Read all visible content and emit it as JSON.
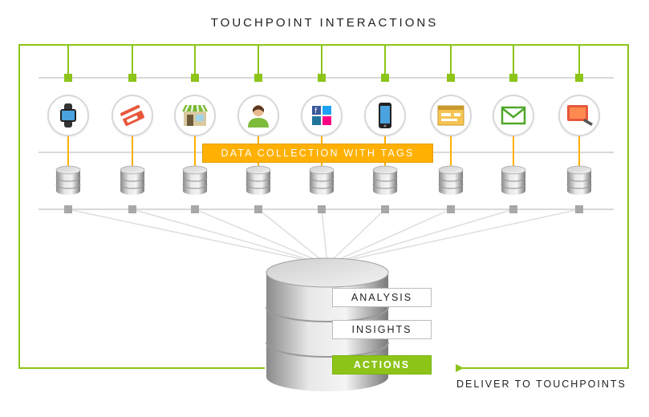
{
  "title": "TOUCHPOINT INTERACTIONS",
  "data_collection_label": "DATA COLLECTION WITH TAGS",
  "center_boxes": {
    "analysis": "ANALYSIS",
    "insights": "INSIGHTS",
    "actions": "ACTIONS"
  },
  "deliver_label": "DELIVER TO TOUCHPOINTS",
  "touchpoints": [
    {
      "icon": "smartwatch-icon"
    },
    {
      "icon": "loyalty-card-icon"
    },
    {
      "icon": "store-icon"
    },
    {
      "icon": "person-icon"
    },
    {
      "icon": "social-media-icon"
    },
    {
      "icon": "mobile-phone-icon"
    },
    {
      "icon": "web-page-icon"
    },
    {
      "icon": "email-icon"
    },
    {
      "icon": "kiosk-display-icon"
    }
  ],
  "colors": {
    "green": "#8cc418",
    "orange": "#ffb000",
    "gray": "#d0d0d0"
  }
}
